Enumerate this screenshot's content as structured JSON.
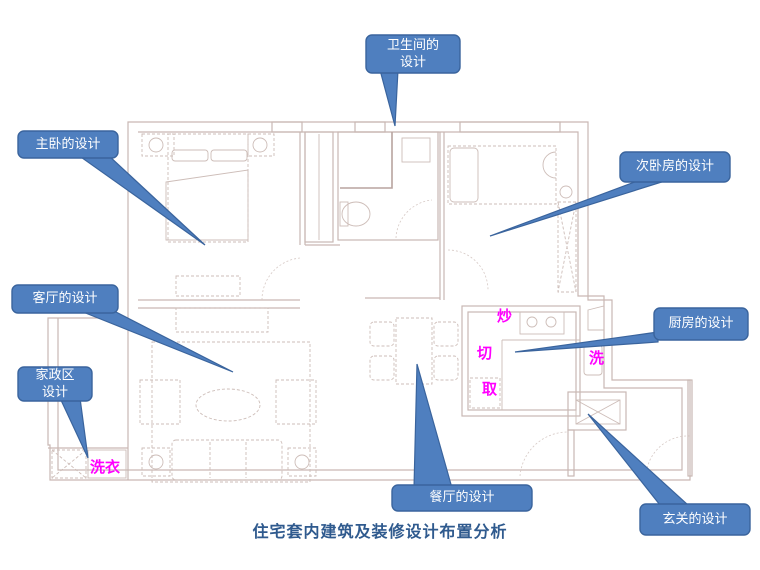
{
  "title": "住宅套内建筑及装修设计布置分析",
  "callouts": {
    "bathroom": {
      "line1": "卫生间的",
      "line2": "设计"
    },
    "master_bedroom": "主卧的设计",
    "second_bedroom": "次卧房的设计",
    "living_room": "客厅的设计",
    "housekeeping": {
      "line1": "家政区",
      "line2": "设计"
    },
    "kitchen": "厨房的设计",
    "dining_room": "餐厅的设计",
    "entrance": "玄关的设计"
  },
  "kitchen_labels": {
    "fry": "炒",
    "cut": "切",
    "take": "取",
    "wash": "洗"
  },
  "laundry_label": "洗衣",
  "colors": {
    "callout_fill": "#4f7fbf",
    "callout_border": "#3a649d",
    "annotation_magenta": "#ff00ff",
    "caption_blue": "#2f5a8e",
    "wall_lines": "#c9b8b3"
  }
}
